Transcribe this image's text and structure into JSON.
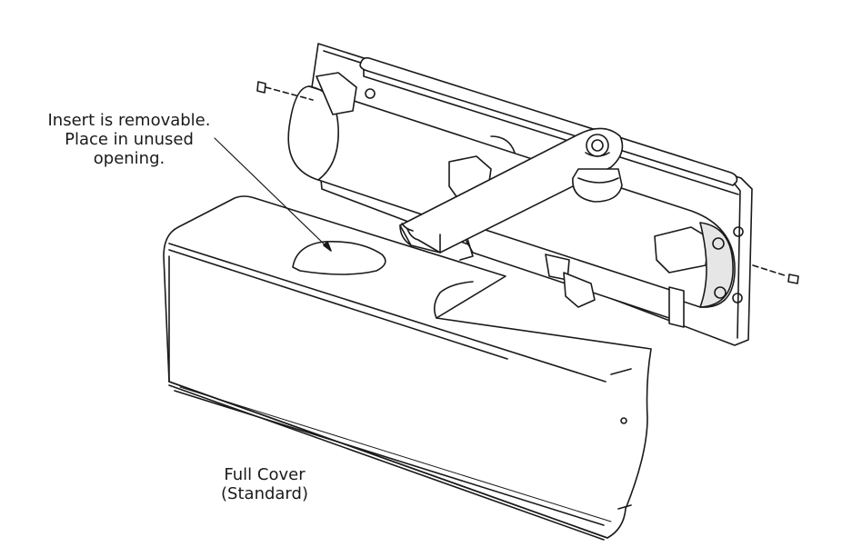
{
  "labels": {
    "insert_callout": [
      "Insert is removable.",
      "Place in unused",
      "opening."
    ],
    "cover_callout": [
      "Full Cover",
      "(Standard)"
    ]
  },
  "colors": {
    "line": "#1a1a1a",
    "shade": "#e6e6e6",
    "background": "#ffffff"
  },
  "parts": [
    "mounting-plate",
    "closer-body",
    "arm",
    "pinion-nut",
    "screw",
    "full-cover",
    "cover-insert"
  ]
}
